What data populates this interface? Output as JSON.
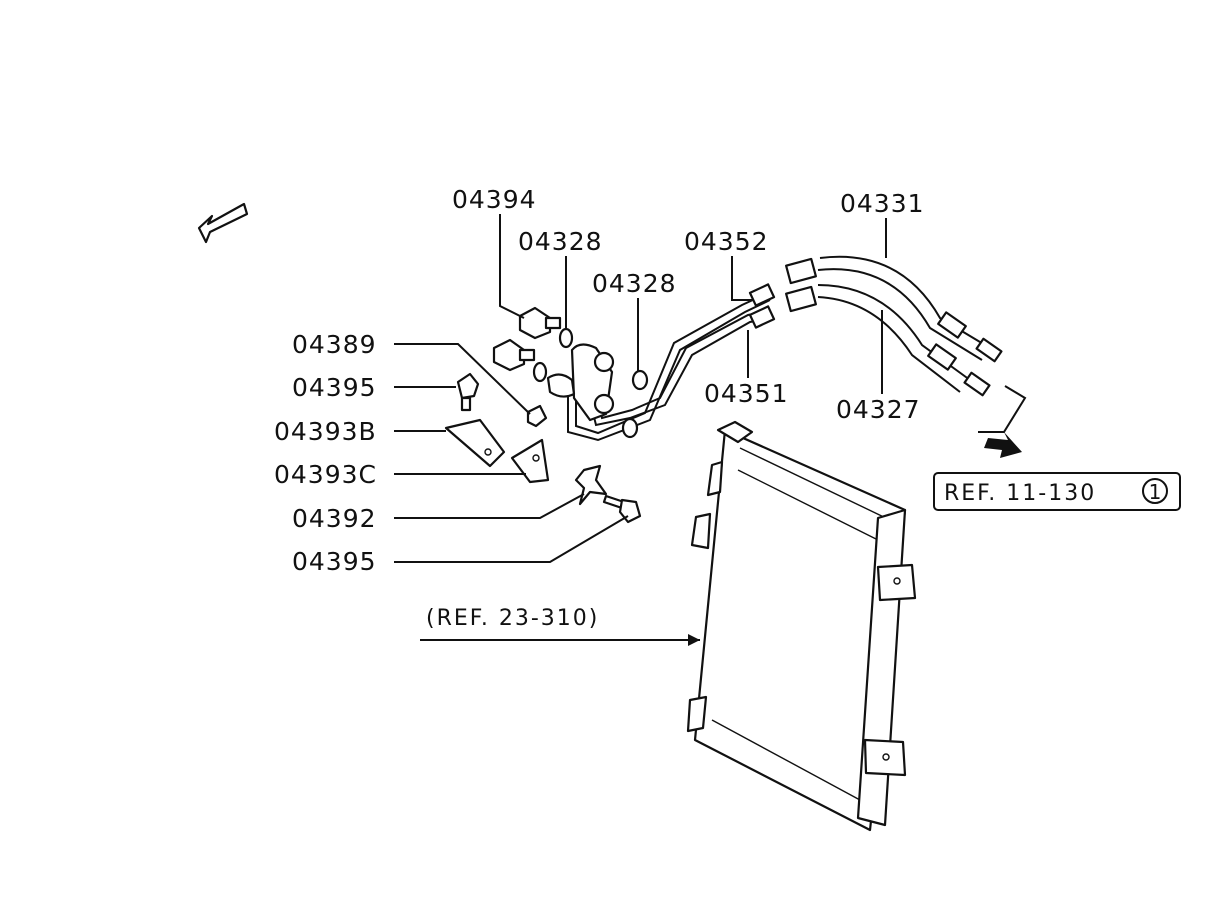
{
  "labels": {
    "p04394": "04394",
    "p04328a": "04328",
    "p04328b": "04328",
    "p04352": "04352",
    "p04331": "04331",
    "p04389": "04389",
    "p04395a": "04395",
    "p04393b": "04393B",
    "p04393c": "04393C",
    "p04392": "04392",
    "p04395b": "04395",
    "p04351": "04351",
    "p04327": "04327"
  },
  "refs": {
    "ref_11_130_text": "REF. 11-130",
    "ref_11_130_circle": "1",
    "ref_23_310": "(REF. 23-310)"
  }
}
